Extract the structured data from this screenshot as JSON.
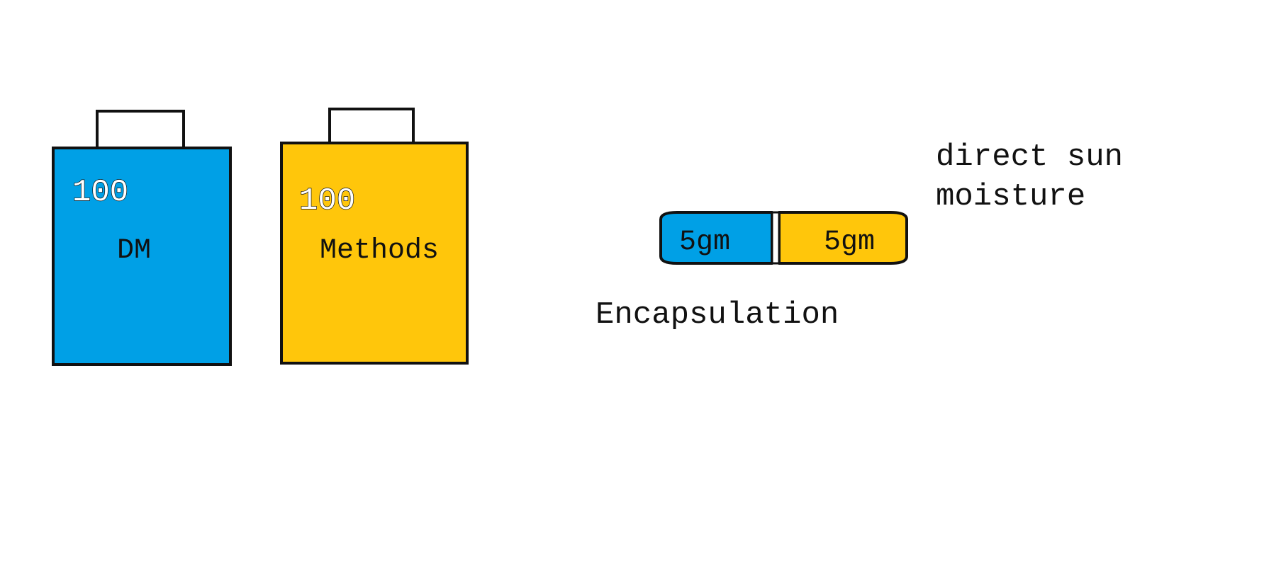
{
  "colors": {
    "blue": "#00A0E6",
    "yellow": "#FFC60B",
    "outline": "#111111",
    "background": "#FFFFFF"
  },
  "containers": [
    {
      "number": "100",
      "label": "DM",
      "color": "blue"
    },
    {
      "number": "100",
      "label": "Methods",
      "color": "yellow"
    }
  ],
  "capsule": {
    "left_label": "5gm",
    "right_label": "5gm",
    "caption": "Encapsulation"
  },
  "conditions": {
    "line1": "direct sun",
    "line2": "moisture"
  }
}
